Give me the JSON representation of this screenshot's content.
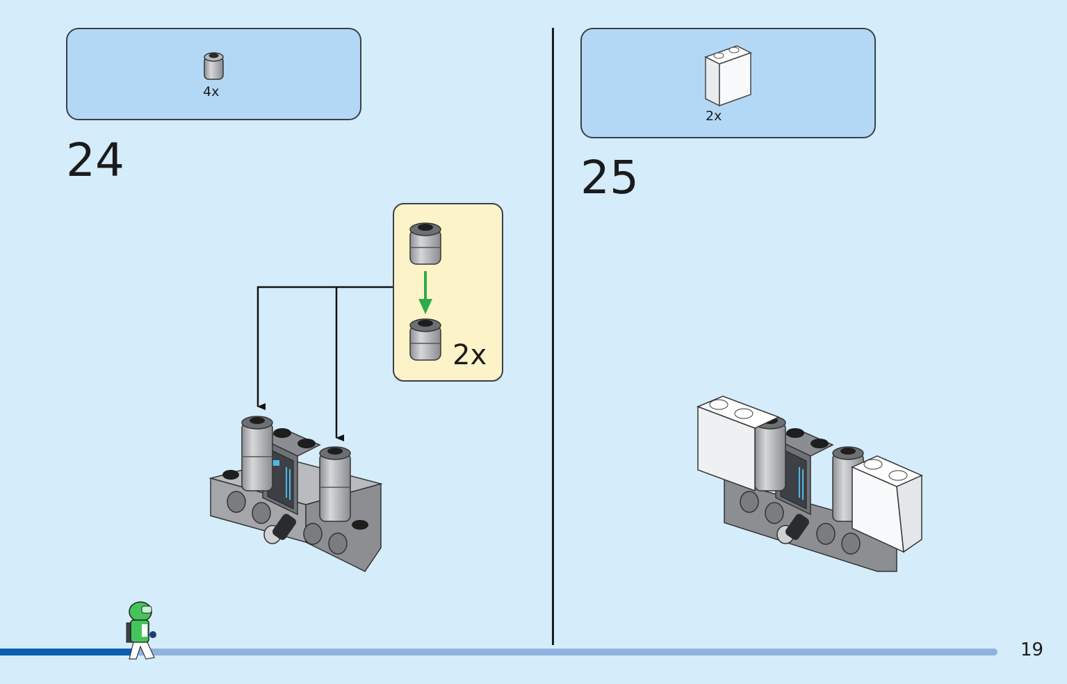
{
  "steps": [
    {
      "number": "24",
      "parts_qty": "4x",
      "callout_qty": "2x"
    },
    {
      "number": "25",
      "parts_qty": "2x"
    }
  ],
  "page": {
    "number": "19",
    "progress": 0.137
  },
  "colors": {
    "background": "#d5ecfb",
    "parts_box": "#b3d8f5",
    "callout": "#fdf3c8",
    "arrow_green": "#2eaa4a",
    "progress_fill": "#0b5db0",
    "progress_track": "#8fb2de"
  },
  "icons": [
    "round-brick-icon",
    "white-brick-1x2x2-icon",
    "minifigure-walker-icon",
    "build-model-icon"
  ]
}
